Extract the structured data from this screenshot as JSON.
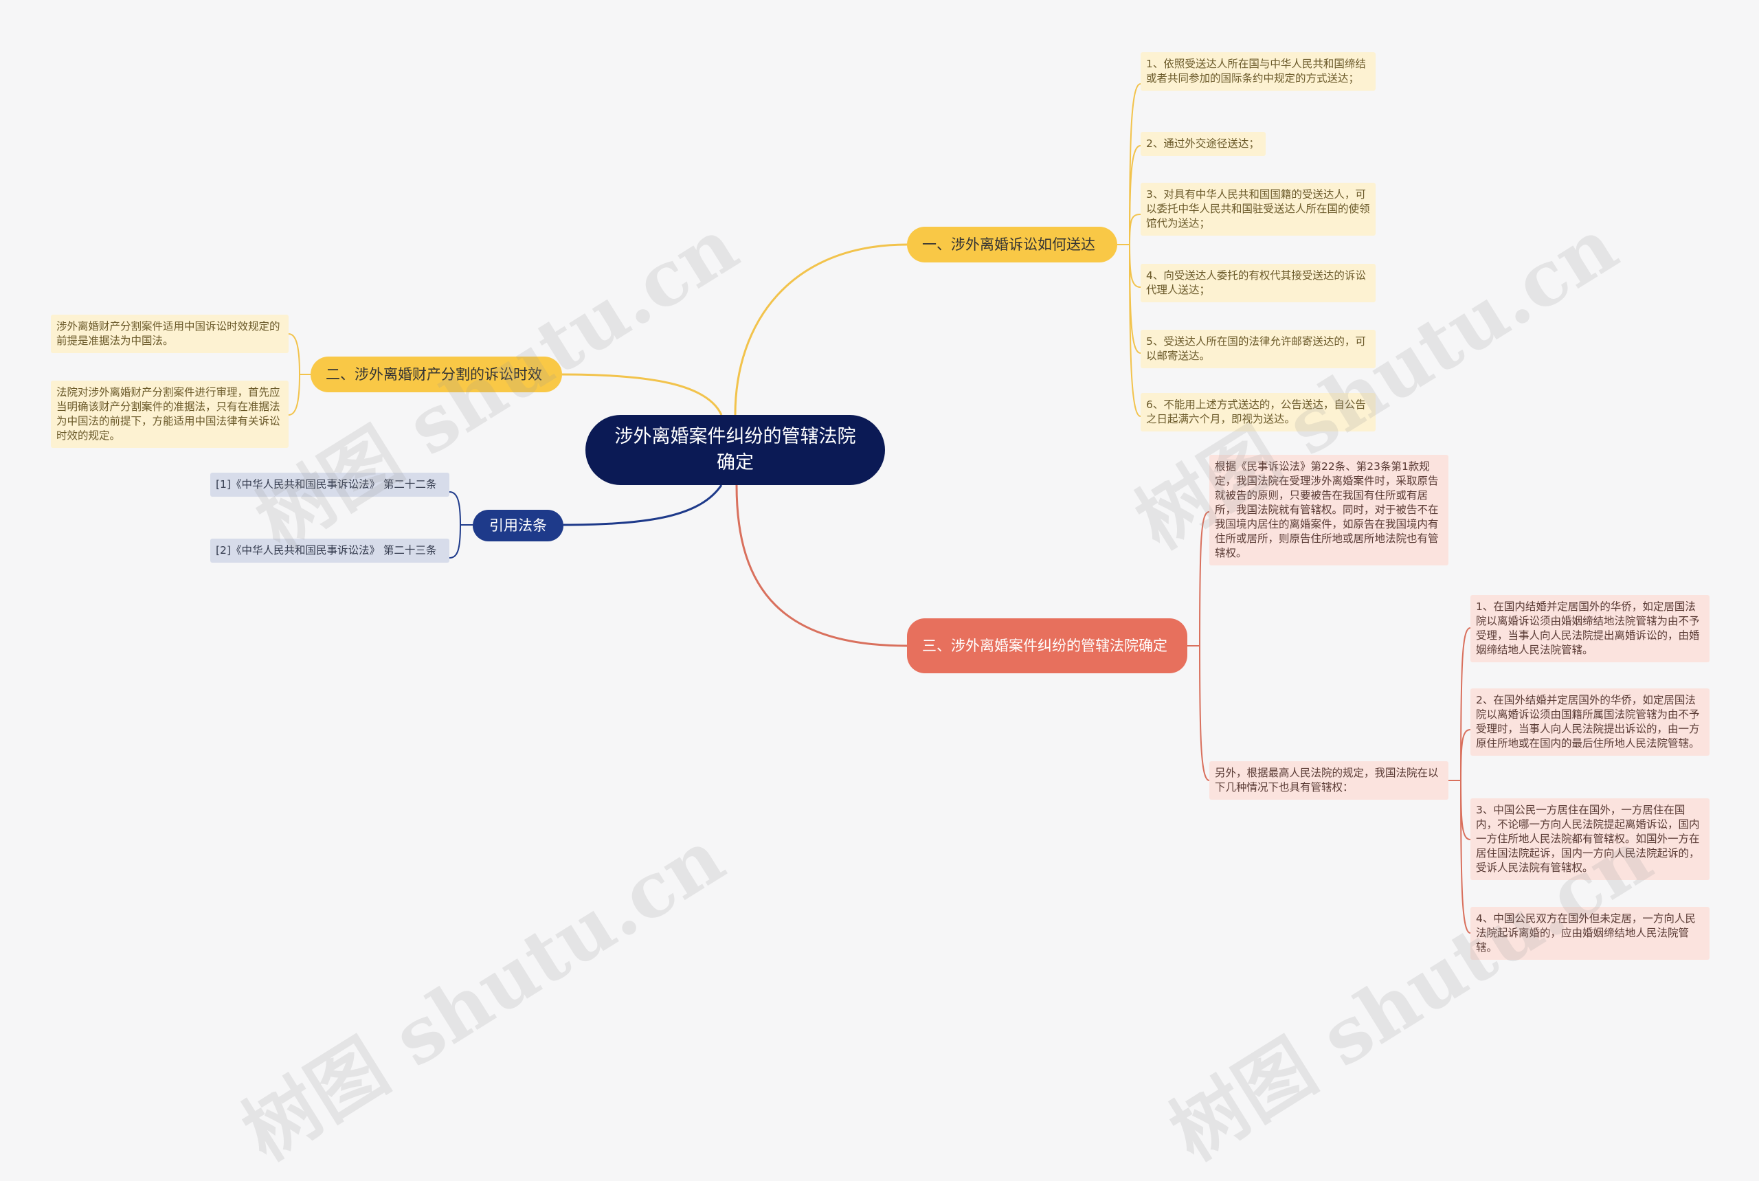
{
  "root": {
    "title": "涉外离婚案件纠纷的管辖法院确定"
  },
  "branches": {
    "b1": {
      "label": "一、涉外离婚诉讼如何送达",
      "items": [
        "1、依照受送达人所在国与中华人民共和国缔结或者共同参加的国际条约中规定的方式送达；",
        "2、通过外交途径送达；",
        "3、对具有中华人民共和国国籍的受送达人，可以委托中华人民共和国驻受送达人所在国的使领馆代为送达；",
        "4、向受送达人委托的有权代其接受送达的诉讼代理人送达；",
        "5、受送达人所在国的法律允许邮寄送达的，可以邮寄送达。",
        "6、不能用上述方式送达的，公告送达，自公告之日起满六个月，即视为送达。"
      ]
    },
    "b2": {
      "label": "二、涉外离婚财产分割的诉讼时效",
      "items": [
        "涉外离婚财产分割案件适用中国诉讼时效规定的前提是准据法为中国法。",
        "法院对涉外离婚财产分割案件进行审理，首先应当明确该财产分割案件的准据法，只有在准据法为中国法的前提下，方能适用中国法律有关诉讼时效的规定。"
      ]
    },
    "b3": {
      "label": "引用法条",
      "items": [
        "[1]《中华人民共和国民事诉讼法》 第二十二条",
        "[2]《中华人民共和国民事诉讼法》 第二十三条"
      ]
    },
    "b4": {
      "label": "三、涉外离婚案件纠纷的管辖法院确定",
      "items": [
        "根据《民事诉讼法》第22条、第23条第1款规定，我国法院在受理涉外离婚案件时，采取原告就被告的原则，只要被告在我国有住所或有居所，我国法院就有管辖权。同时，对于被告不在我国境内居住的离婚案件，如原告在我国境内有住所或居所，则原告住所地或居所地法院也有管辖权。",
        "另外，根据最高人民法院的规定，我国法院在以下几种情况下也具有管辖权："
      ],
      "sub_items": [
        "1、在国内结婚并定居国外的华侨，如定居国法院以离婚诉讼须由婚姻缔结地法院管辖为由不予受理，当事人向人民法院提出离婚诉讼的，由婚姻缔结地人民法院管辖。",
        "2、在国外结婚并定居国外的华侨，如定居国法院以离婚诉讼须由国籍所属国法院管辖为由不予受理时，当事人向人民法院提出诉讼的，由一方原住所地或在国内的最后住所地人民法院管辖。",
        "3、中国公民一方居住在国外，一方居住在国内，不论哪一方向人民法院提起离婚诉讼，国内一方住所地人民法院都有管辖权。如国外一方在居住国法院起诉，国内一方向人民法院起诉的，受诉人民法院有管辖权。",
        "4、中国公民双方在国外但未定居，一方向人民法院起诉离婚的，应由婚姻缔结地人民法院管辖。"
      ]
    }
  },
  "watermark": {
    "text": "树图 shutu.cn"
  },
  "colors": {
    "root": "#0b1a55",
    "yellow": "#f9c846",
    "navy": "#1e3a8a",
    "red": "#e7705d",
    "yellow_line": "#f2c34c",
    "navy_line": "#1e3a8a",
    "red_line": "#d9705d"
  }
}
